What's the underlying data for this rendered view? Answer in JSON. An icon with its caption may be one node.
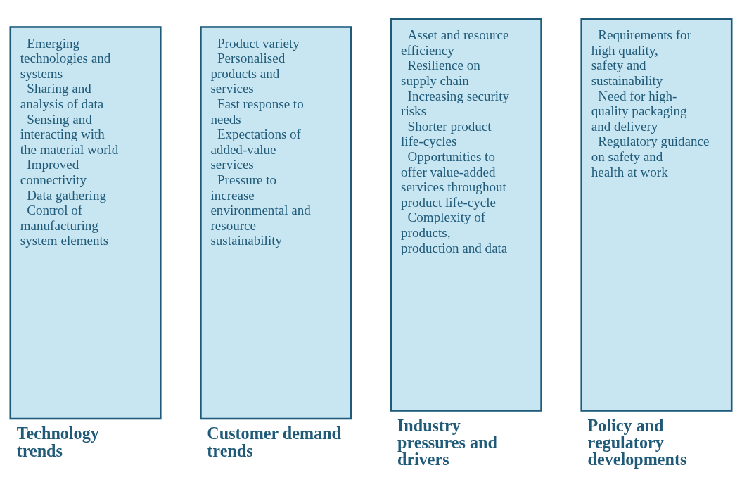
{
  "diagram": {
    "nodes": [
      {
        "text": [
          "Emerging technologies and systems",
          "Sharing and analysis of data",
          "Sensing and interacting with the material world",
          "Improved connectivity",
          "Data gathering",
          "Control of manufacturing system elements",
          "Technology trends"
        ]
      },
      {
        "text": [
          "Product variety",
          "Personalised products and services",
          "Fast response to needs",
          "Expectations of added-value services",
          "Pressure to increase environmental and resource sustainability",
          "Customer demand trends"
        ]
      },
      {
        "text": [
          "Asset and resource efficiency",
          "Resilience on supply chain",
          "Increasing security risks",
          "Shorter product life-cycles",
          "Opportunities to offer value-added services throughout product life-cycle",
          "Complexity of products, production and data",
          "Industry pressures and drivers"
        ]
      },
      {
        "text": [
          "Requirements for high quality, safety and sustainability",
          "Need for high- quality packaging and delivery",
          "Regulatory guidance on safety and health at work",
          "Policy and regulatory developments"
        ]
      }
    ],
    "edges": []
  }
}
